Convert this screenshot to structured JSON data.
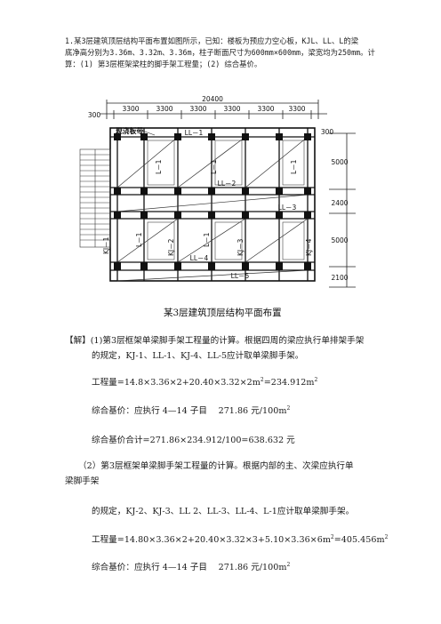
{
  "question": {
    "line1": "1.某3层建筑顶层结构平面布置如图所示，已知：楼板为预应力空心板，KJL、LL、L的梁",
    "line2": "底净高分别为3.36m、3.32m、3.36m，柱子断面尺寸为600mm×600mm，梁宽均为250mm。计",
    "line3": "算：(1) 第3层框架梁柱的脚手架工程量；(2) 综合基价。"
  },
  "drawing": {
    "dim_total": "20400",
    "dim_left_300": "300",
    "dim_right_300": "300",
    "bay_dims": [
      "3300",
      "3300",
      "3300",
      "3300",
      "3300",
      "3300"
    ],
    "right_dims": [
      "5000",
      "2400",
      "5000",
      "2100"
    ],
    "label_slab": "现浇板带",
    "beam_labels": {
      "ll1_top": "LL－1",
      "l1_a": "L－1",
      "l1_b": "L－1",
      "l1_c": "L－1",
      "ll2": "LL－2",
      "ll3": "LL－3",
      "kj1": "KJ－1",
      "l1_d": "L－1",
      "kj2": "KJ－2",
      "l1_e": "L－1",
      "kj3": "KJ－3",
      "kj4": "KJ－4",
      "ll4": "LL－4",
      "ll5": "LL－5"
    },
    "caption": "某3层建筑顶层结构平面布置"
  },
  "solution": {
    "p1_a": "【解】(1)第3层框架单梁脚手架工程量的计算。根据四周的梁应执行单排架手架",
    "p1_b": "的规定，KJ-1、LL-1、KJ-4、LL-5应计取单梁脚手架。",
    "eq1": "工程量=14.8×3.36×2+20.40×3.32×2m",
    "eq1_tail": "=234.912m",
    "eq2": "综合基价：应执行 4—14 子目　 271.86 元/100m",
    "eq3": "综合基价合计=271.86×234.912/100=638.632 元",
    "p2_a": "（2）第3层框架单梁脚手架工程量的计算。根据内部的主、次梁应执行单",
    "p2_b": "梁脚手架",
    "p2_c": "的规定，KJ-2、KJ-3、LL 2、LL-3、LL-4、L-1应计取单梁脚手架。",
    "eq4": "工程量=14.80×3.36×2+20.40×3.32×3+5.10×3.36×6m",
    "eq4_tail": "=405.456m",
    "eq5": "综合基价：应执行 4—14 子目　 271.86 元/100m",
    "sup2": "2"
  }
}
